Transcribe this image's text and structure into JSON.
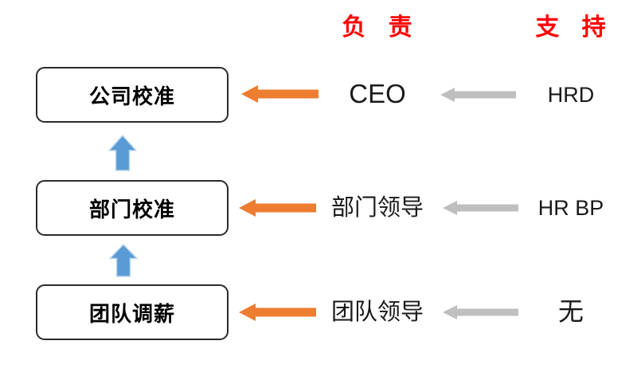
{
  "diagram": {
    "title_context": "salary-review-calibration-flow",
    "headers": {
      "owner": "负 责",
      "support": "支 持"
    },
    "rows": [
      {
        "box": "公司校准",
        "owner": "CEO",
        "support": "HRD"
      },
      {
        "box": "部门校准",
        "owner": "部门领导",
        "support": "HR BP"
      },
      {
        "box": "团队调薪",
        "owner": "团队领导",
        "support": "无"
      }
    ],
    "flow_arrows": [
      {
        "from": "团队调薪",
        "to": "部门校准",
        "direction": "up"
      },
      {
        "from": "部门校准",
        "to": "公司校准",
        "direction": "up"
      }
    ],
    "colors": {
      "header_red": "#ff0000",
      "orange_arrow": "#ED7D31",
      "gray_arrow": "#BFBFBF",
      "blue_arrow": "#5B9BD5",
      "blue_arrow_edge": "#BDD7EE",
      "box_border": "#2b2b2b",
      "text": "#1a1a1a",
      "background": "#ffffff"
    }
  }
}
